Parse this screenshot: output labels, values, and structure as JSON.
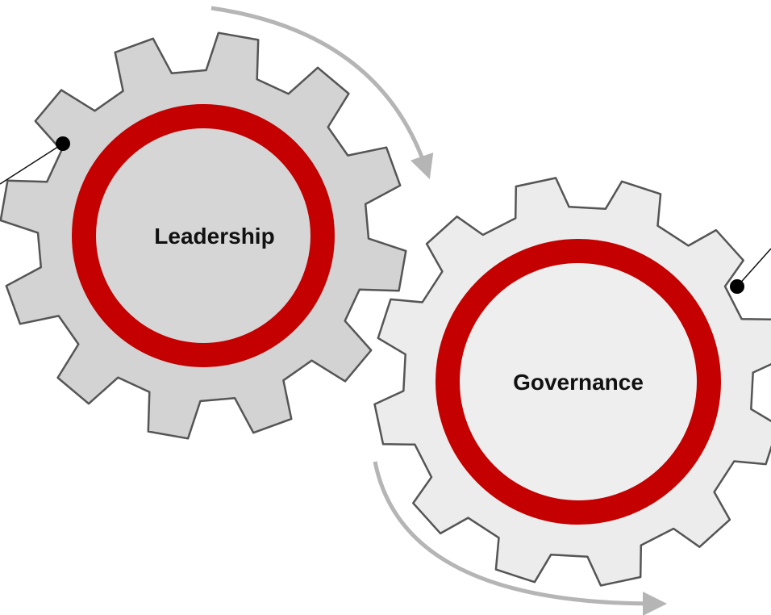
{
  "gears": [
    {
      "id": "leadership",
      "label": "Leadership",
      "fill": "#d3d3d3",
      "inner_fill": "#d6d6d6"
    },
    {
      "id": "governance",
      "label": "Governance",
      "fill": "#ececec",
      "inner_fill": "#eeeeee"
    }
  ],
  "colors": {
    "ring": "#c40000",
    "gear_outline": "#555555",
    "arrow": "#b5b5b5",
    "callout_line": "#111111",
    "callout_dot": "#000000"
  }
}
